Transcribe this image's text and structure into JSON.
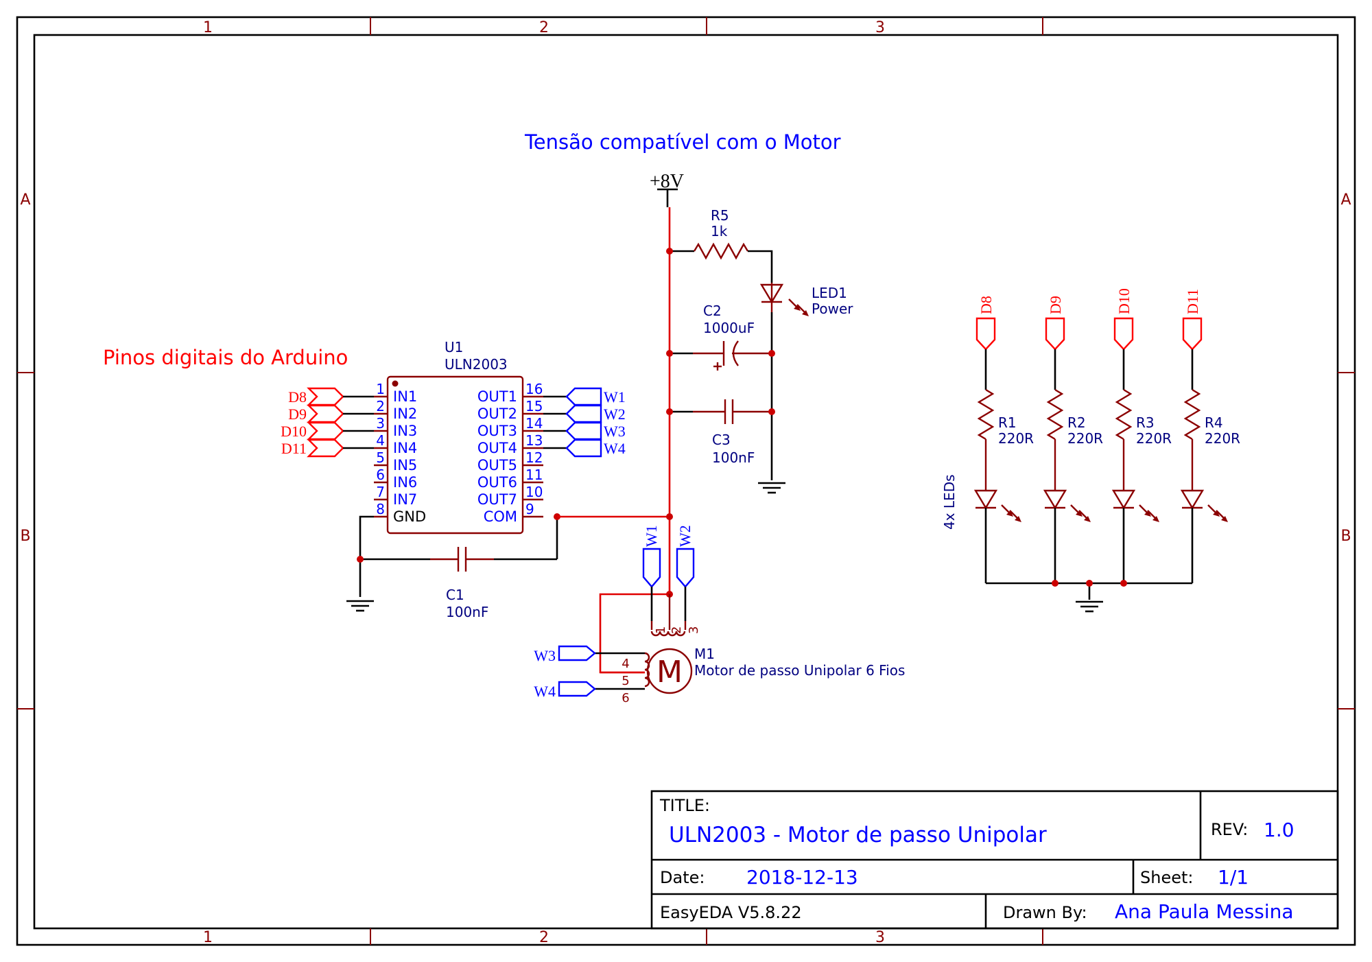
{
  "frame": {
    "col_labels": [
      "1",
      "2",
      "3"
    ],
    "row_labels": [
      "A",
      "B"
    ]
  },
  "notes": {
    "motor_voltage": "Tensão compatível com o Motor",
    "arduino_pins": "Pinos digitais do Arduino",
    "leds": "4x LEDs"
  },
  "power": {
    "label": "+8V"
  },
  "u1": {
    "ref": "U1",
    "value": "ULN2003",
    "left_pins": [
      {
        "num": "1",
        "name": "IN1"
      },
      {
        "num": "2",
        "name": "IN2"
      },
      {
        "num": "3",
        "name": "IN3"
      },
      {
        "num": "4",
        "name": "IN4"
      },
      {
        "num": "5",
        "name": "IN5"
      },
      {
        "num": "6",
        "name": "IN6"
      },
      {
        "num": "7",
        "name": "IN7"
      },
      {
        "num": "8",
        "name": "GND"
      }
    ],
    "right_pins": [
      {
        "num": "16",
        "name": "OUT1"
      },
      {
        "num": "15",
        "name": "OUT2"
      },
      {
        "num": "14",
        "name": "OUT3"
      },
      {
        "num": "13",
        "name": "OUT4"
      },
      {
        "num": "12",
        "name": "OUT5"
      },
      {
        "num": "11",
        "name": "OUT6"
      },
      {
        "num": "10",
        "name": "OUT7"
      },
      {
        "num": "9",
        "name": "COM"
      }
    ]
  },
  "input_flags": [
    "D8",
    "D9",
    "D10",
    "D11"
  ],
  "output_flags": [
    "W1",
    "W2",
    "W3",
    "W4"
  ],
  "r5": {
    "ref": "R5",
    "value": "1k"
  },
  "led1": {
    "ref": "LED1",
    "value": "Power"
  },
  "c2": {
    "ref": "C2",
    "value": "1000uF"
  },
  "c3": {
    "ref": "C3",
    "value": "100nF"
  },
  "c1": {
    "ref": "C1",
    "value": "100nF"
  },
  "motor": {
    "ref": "M1",
    "value": "Motor de passo Unipolar 6 Fios",
    "symbol": "M",
    "top_flags": [
      "W1",
      "W2"
    ],
    "top_pins": [
      "1",
      "2",
      "3"
    ],
    "left_flags": [
      "W3",
      "W4"
    ],
    "left_pins": [
      "4",
      "5",
      "6"
    ]
  },
  "led_flags": [
    "D8",
    "D9",
    "D10",
    "D11"
  ],
  "resistors": [
    {
      "ref": "R1",
      "value": "220R"
    },
    {
      "ref": "R2",
      "value": "220R"
    },
    {
      "ref": "R3",
      "value": "220R"
    },
    {
      "ref": "R4",
      "value": "220R"
    }
  ],
  "title_block": {
    "title_label": "TITLE:",
    "title": "ULN2003 - Motor de passo Unipolar",
    "rev_label": "REV:",
    "rev": "1.0",
    "date_label": "Date:",
    "date": "2018-12-13",
    "sheet_label": "Sheet:",
    "sheet": "1/1",
    "tool": "EasyEDA V5.8.22",
    "drawn_label": "Drawn By:",
    "drawn_by": "Ana Paula Messina"
  }
}
